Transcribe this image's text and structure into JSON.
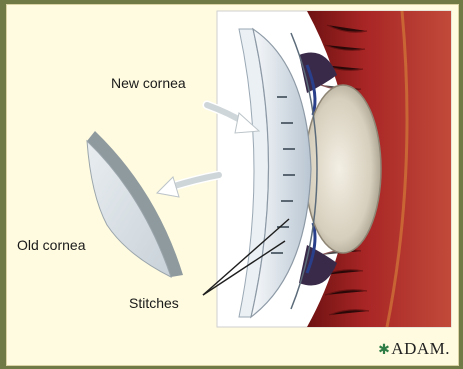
{
  "labels": {
    "new_cornea": "New cornea",
    "old_cornea": "Old cornea",
    "stitches": "Stitches"
  },
  "brand": {
    "mark": "✱",
    "name": "ADAM."
  },
  "colors": {
    "background_border": "#6f7a47",
    "panel": "#fffbe0",
    "eye_wall": "#8b1d1d",
    "lens": "#d8d2c2",
    "cornea": "#dfe6ec",
    "logo_mark": "#2e7d46"
  }
}
